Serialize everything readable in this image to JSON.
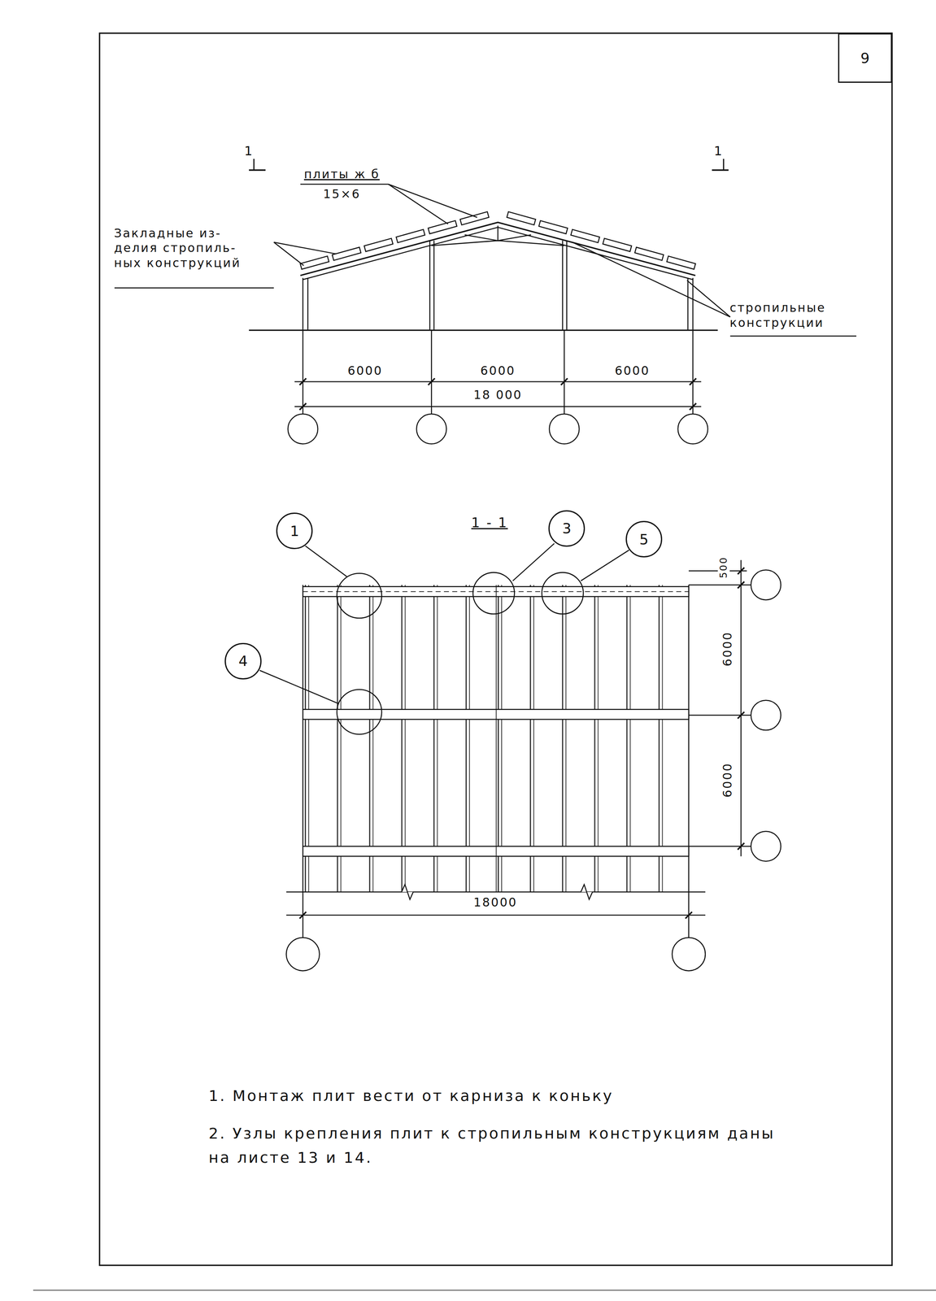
{
  "diagram": {
    "nodes": [
      {
        "text": [
          "9"
        ]
      },
      {
        "text": [
          "1"
        ]
      },
      {
        "text": [
          "3"
        ]
      },
      {
        "text": [
          "5"
        ]
      },
      {
        "text": [
          "4"
        ]
      }
    ],
    "labels": [
      "1",
      "1",
      "плиты ж б",
      "15×6",
      "Закладные из- делия стропиль- ных конструкций",
      "стропильные конструкции",
      "6000",
      "6000",
      "6000",
      "18 000",
      "1 - 1",
      "500",
      "6000",
      "6000",
      "18000",
      "1. Монтаж плит вести от карниза к коньку",
      "2. Узлы крепления плит к стропильным конструкциям даны на листе 13 и 14."
    ]
  }
}
